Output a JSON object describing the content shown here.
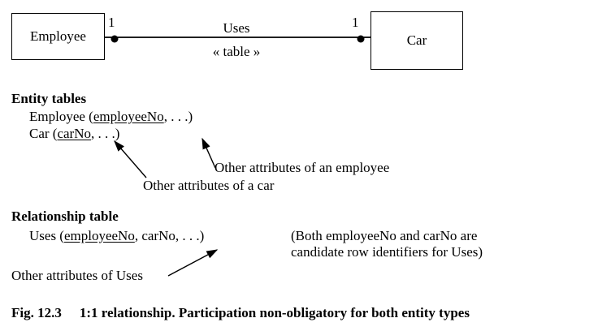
{
  "diagram": {
    "left_entity": "Employee",
    "right_entity": "Car",
    "relationship_name": "Uses",
    "stereotype": "« table »",
    "multiplicity_left": "1",
    "multiplicity_right": "1"
  },
  "entity_tables": {
    "heading": "Entity tables",
    "rows": [
      {
        "prefix": "Employee (",
        "key": "employeeNo",
        "suffix": ", . . .)"
      },
      {
        "prefix": "Car (",
        "key": "carNo",
        "suffix": ", . . .)"
      }
    ],
    "annotation_employee": "Other attributes of an employee",
    "annotation_car": "Other attributes of a car"
  },
  "relationship_table": {
    "heading": "Relationship table",
    "row": {
      "prefix": "Uses (",
      "key": "employeeNo",
      "suffix": ", carNo, . . .)"
    },
    "note_line1": "(Both employeeNo and carNo are",
    "note_line2": "candidate row identifiers for Uses)",
    "annotation": "Other attributes of Uses"
  },
  "caption": {
    "fig_label": "Fig. 12.3",
    "text": "1:1 relationship. Participation non-obligatory for both entity types"
  }
}
